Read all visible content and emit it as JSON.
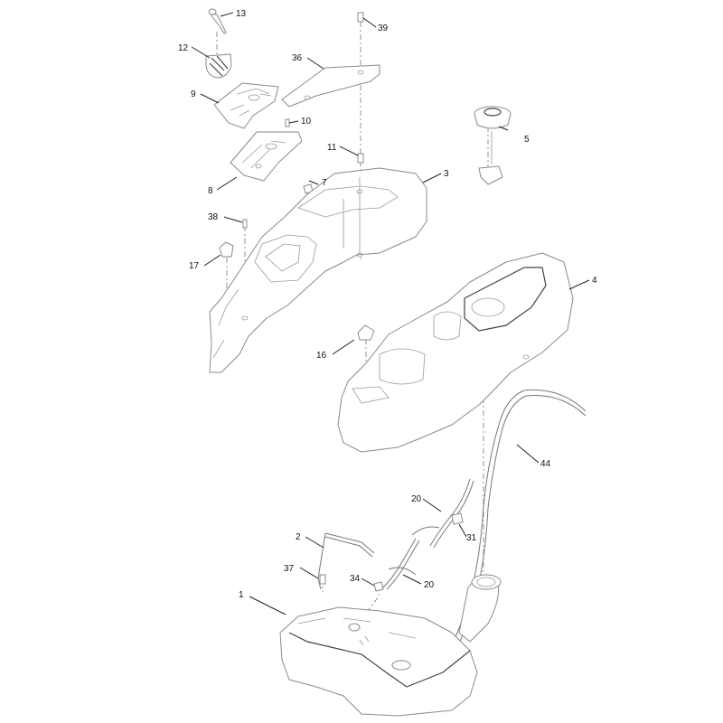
{
  "callouts": {
    "c1": "1",
    "c2": "2",
    "c3": "3",
    "c4": "4",
    "c5": "5",
    "c7": "7",
    "c8": "8",
    "c9": "9",
    "c10": "10",
    "c11": "11",
    "c12": "12",
    "c13": "13",
    "c16": "16",
    "c17": "17",
    "c20a": "20",
    "c20b": "20",
    "c31": "31",
    "c34": "34",
    "c36": "36",
    "c37": "37",
    "c38": "38",
    "c39": "39",
    "c44": "44"
  },
  "colors": {
    "line": "#8a8a8a",
    "text": "#111111",
    "background": "#ffffff"
  }
}
